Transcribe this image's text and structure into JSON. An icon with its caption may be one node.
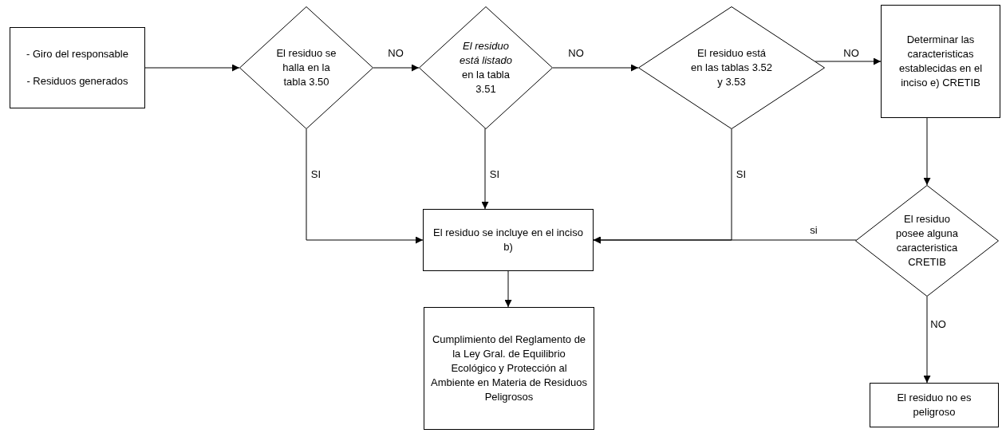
{
  "diagram": {
    "nodes": [
      {
        "text": [
          "- Giro del responsable",
          "- Residuos generados"
        ]
      },
      {
        "text": [
          "El residuo se halla en la tabla 3.50"
        ]
      },
      {
        "text": [
          "*El residuo está listado* en la tabla 3.51"
        ]
      },
      {
        "text": [
          "El residuo está en las tablas 3.52 y 3.53"
        ]
      },
      {
        "text": [
          "Determinar las caracteristicas establecidas en el inciso e) CRETIB"
        ]
      },
      {
        "text": [
          "El residuo se incluye en el inciso b)"
        ]
      },
      {
        "text": [
          "El residuo posee alguna caracteristica CRETIB"
        ]
      },
      {
        "text": [
          "Cumplimiento del Reglamento de la Ley Gral. de Equilibrio Ecológico y Protección al Ambiente en Materia de Residuos Peligrosos"
        ]
      },
      {
        "text": [
          "El residuo no es peligroso"
        ]
      }
    ],
    "edges": [
      {
        "from": 0,
        "to": 1,
        "arrow": "to"
      },
      {
        "from": 1,
        "to": 2,
        "arrow": "to",
        "label": "NO"
      },
      {
        "from": 2,
        "to": 3,
        "arrow": "to",
        "label": "NO"
      },
      {
        "from": 3,
        "to": 4,
        "arrow": "to",
        "label": "NO"
      },
      {
        "from": 1,
        "to": 5,
        "arrow": "to",
        "label": "SI"
      },
      {
        "from": 2,
        "to": 5,
        "arrow": "to",
        "label": "SI"
      },
      {
        "from": 3,
        "to": 5,
        "arrow": "to",
        "label": "SI"
      },
      {
        "from": 4,
        "to": 6,
        "arrow": "to"
      },
      {
        "from": 6,
        "to": 5,
        "arrow": "to",
        "label": "si"
      },
      {
        "from": 5,
        "to": 7,
        "arrow": "to"
      },
      {
        "from": 6,
        "to": 8,
        "arrow": "to",
        "label": "NO"
      }
    ]
  }
}
